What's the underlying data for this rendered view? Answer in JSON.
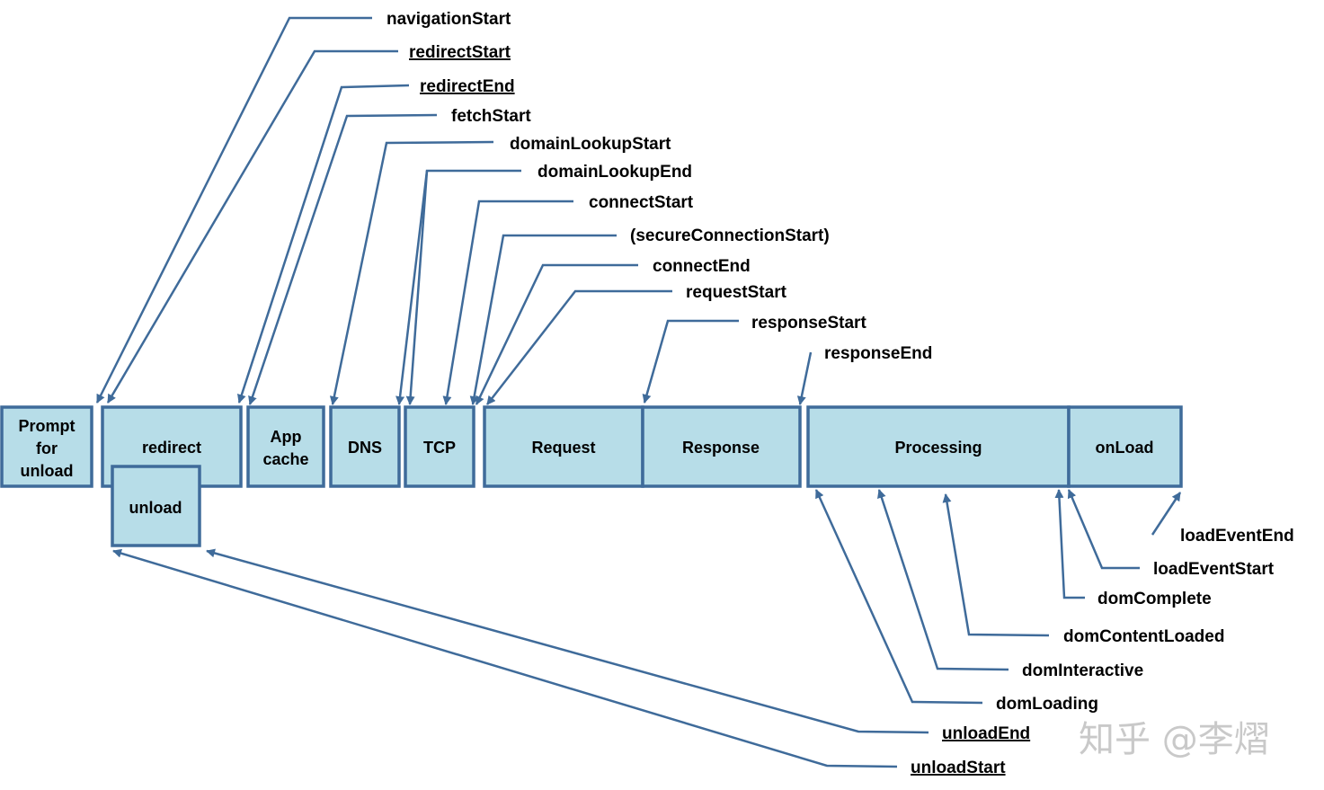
{
  "phases": {
    "prompt_for_unload": [
      "Prompt",
      "for",
      "unload"
    ],
    "redirect": "redirect",
    "unload": "unload",
    "app_cache": [
      "App",
      "cache"
    ],
    "dns": "DNS",
    "tcp": "TCP",
    "request": "Request",
    "response": "Response",
    "processing": "Processing",
    "onload": "onLoad"
  },
  "events": {
    "navigationStart": "navigationStart",
    "redirectStart": "redirectStart",
    "redirectEnd": "redirectEnd",
    "fetchStart": "fetchStart",
    "domainLookupStart": "domainLookupStart",
    "domainLookupEnd": "domainLookupEnd",
    "connectStart": "connectStart",
    "secureConnectionStart": "(secureConnectionStart)",
    "connectEnd": "connectEnd",
    "requestStart": "requestStart",
    "responseStart": "responseStart",
    "responseEnd": "responseEnd",
    "loadEventEnd": "loadEventEnd",
    "loadEventStart": "loadEventStart",
    "domComplete": "domComplete",
    "domContentLoaded": "domContentLoaded",
    "domInteractive": "domInteractive",
    "domLoading": "domLoading",
    "unloadEnd": "unloadEnd",
    "unloadStart": "unloadStart"
  },
  "watermark": "知乎 @李熠",
  "colors": {
    "box_fill": "#b7dde8",
    "box_stroke": "#3f6b9a",
    "line": "#3f6b9a"
  }
}
